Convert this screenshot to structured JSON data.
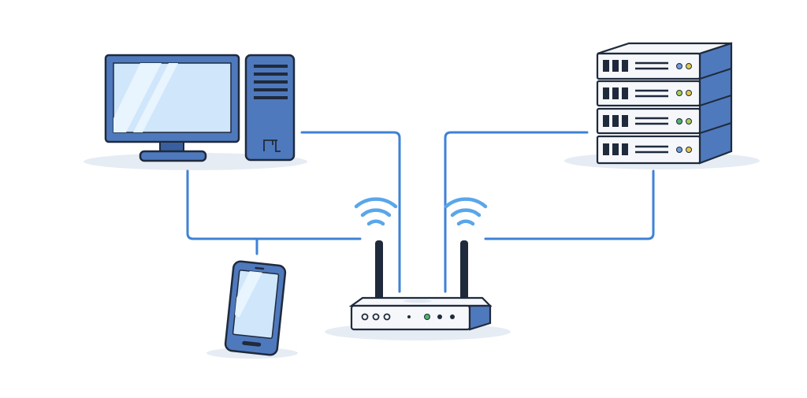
{
  "colors": {
    "background": "#ffffff",
    "outline": "#1f2a3c",
    "device_blue": "#4f79bd",
    "device_blue_dark": "#3a5f9e",
    "screen_blue": "#cfe6fb",
    "screen_highlight": "#e8f4fe",
    "link_blue": "#3e82d6",
    "wifi_blue": "#5aa6ea",
    "shadow": "#e6ecf4",
    "chassis_white": "#f5f7fa",
    "led_green": "#4fb36a",
    "led_lime": "#a6cf54",
    "led_blue": "#6f9bd8",
    "led_yellow": "#e2c84a"
  },
  "nodes": [
    {
      "id": "desktop-computer",
      "icon": "desktop-computer-icon"
    },
    {
      "id": "server-rack",
      "icon": "server-rack-icon"
    },
    {
      "id": "wireless-router",
      "icon": "wireless-router-icon"
    },
    {
      "id": "smartphone",
      "icon": "smartphone-icon"
    }
  ],
  "links": [
    {
      "from": "desktop-computer",
      "to": "wireless-router",
      "type": "wired"
    },
    {
      "from": "server-rack",
      "to": "wireless-router",
      "type": "wired"
    },
    {
      "from": "desktop-computer",
      "to": "wireless-router",
      "type": "wired"
    },
    {
      "from": "smartphone",
      "to": "wireless-router",
      "type": "wired"
    },
    {
      "from": "server-rack",
      "to": "wireless-router",
      "type": "wired"
    }
  ],
  "server_units": 4,
  "wifi_indicators": 2
}
